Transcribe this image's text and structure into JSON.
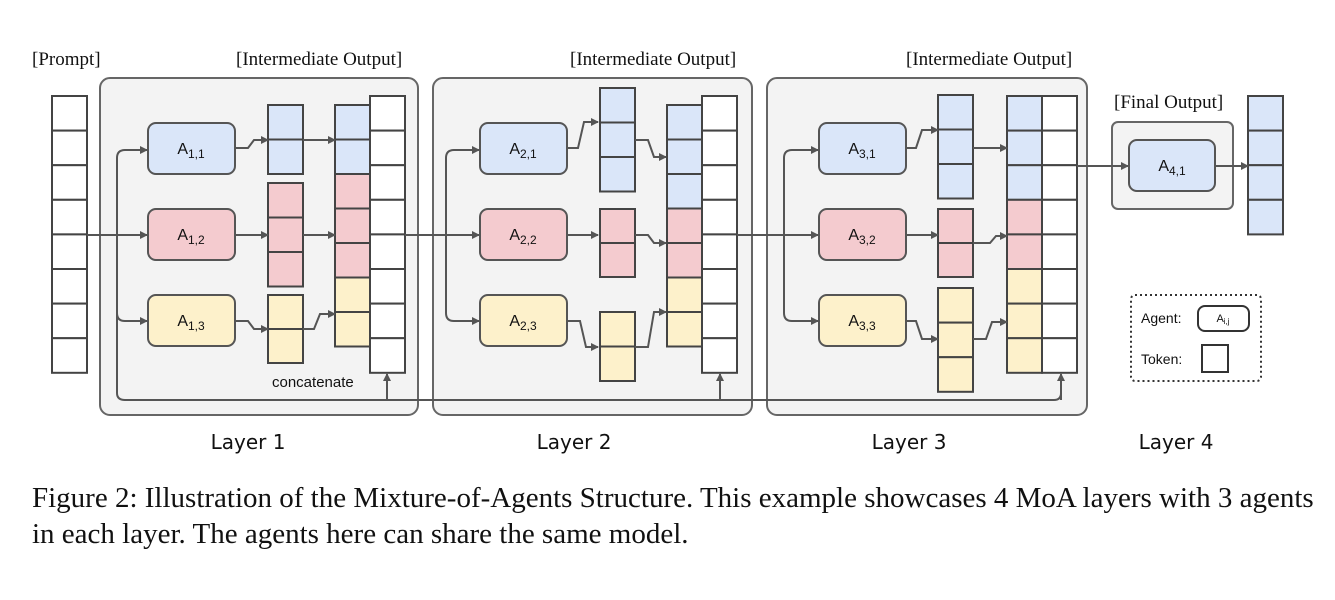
{
  "labels": {
    "prompt": "[Prompt]",
    "intermediate_output": "[Intermediate Output]",
    "final_output": "[Final Output]",
    "concatenate": "concatenate"
  },
  "layers": [
    {
      "label": "Layer 1",
      "agents": [
        {
          "name": "A",
          "sub": "1,1"
        },
        {
          "name": "A",
          "sub": "1,2"
        },
        {
          "name": "A",
          "sub": "1,3"
        }
      ]
    },
    {
      "label": "Layer 2",
      "agents": [
        {
          "name": "A",
          "sub": "2,1"
        },
        {
          "name": "A",
          "sub": "2,2"
        },
        {
          "name": "A",
          "sub": "2,3"
        }
      ]
    },
    {
      "label": "Layer 3",
      "agents": [
        {
          "name": "A",
          "sub": "3,1"
        },
        {
          "name": "A",
          "sub": "3,2"
        },
        {
          "name": "A",
          "sub": "3,3"
        }
      ]
    },
    {
      "label": "Layer 4",
      "agents": [
        {
          "name": "A",
          "sub": "4,1"
        }
      ]
    }
  ],
  "legend": {
    "agent_label": "Agent:",
    "agent_symbol": "A",
    "agent_symbol_sub": "i,j",
    "token_label": "Token:"
  },
  "colors": {
    "blue": "#dae6f9",
    "red": "#f4cbcf",
    "yellow": "#fdf1cb",
    "panel": "#f3f3f3",
    "stroke": "#555555"
  },
  "caption": "Figure 2: Illustration of the Mixture-of-Agents Structure. This example showcases 4 MoA layers with 3 agents in each layer. The agents here can share the same model."
}
